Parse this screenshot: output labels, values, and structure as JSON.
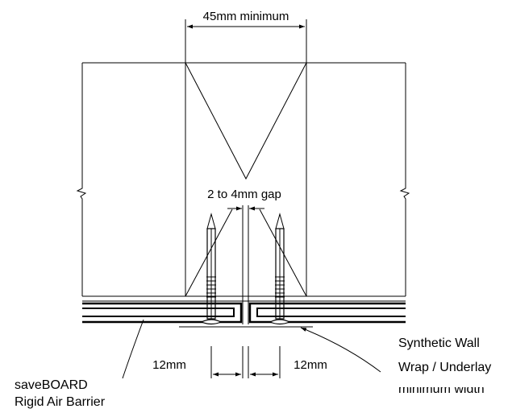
{
  "diagram": {
    "labels": {
      "stud_width": "45mm minimum",
      "gap": "2 to 4mm gap",
      "left_edge_distance": "12mm",
      "right_edge_distance": "12mm",
      "wrap_line1": "Synthetic Wall",
      "wrap_line2": "Wrap / Underlay",
      "wrap_line3_cut": "minimum width",
      "board_line1": "saveBOARD",
      "board_line2": "Rigid Air Barrier"
    },
    "colors": {
      "line": "#000000",
      "background": "#ffffff"
    }
  }
}
